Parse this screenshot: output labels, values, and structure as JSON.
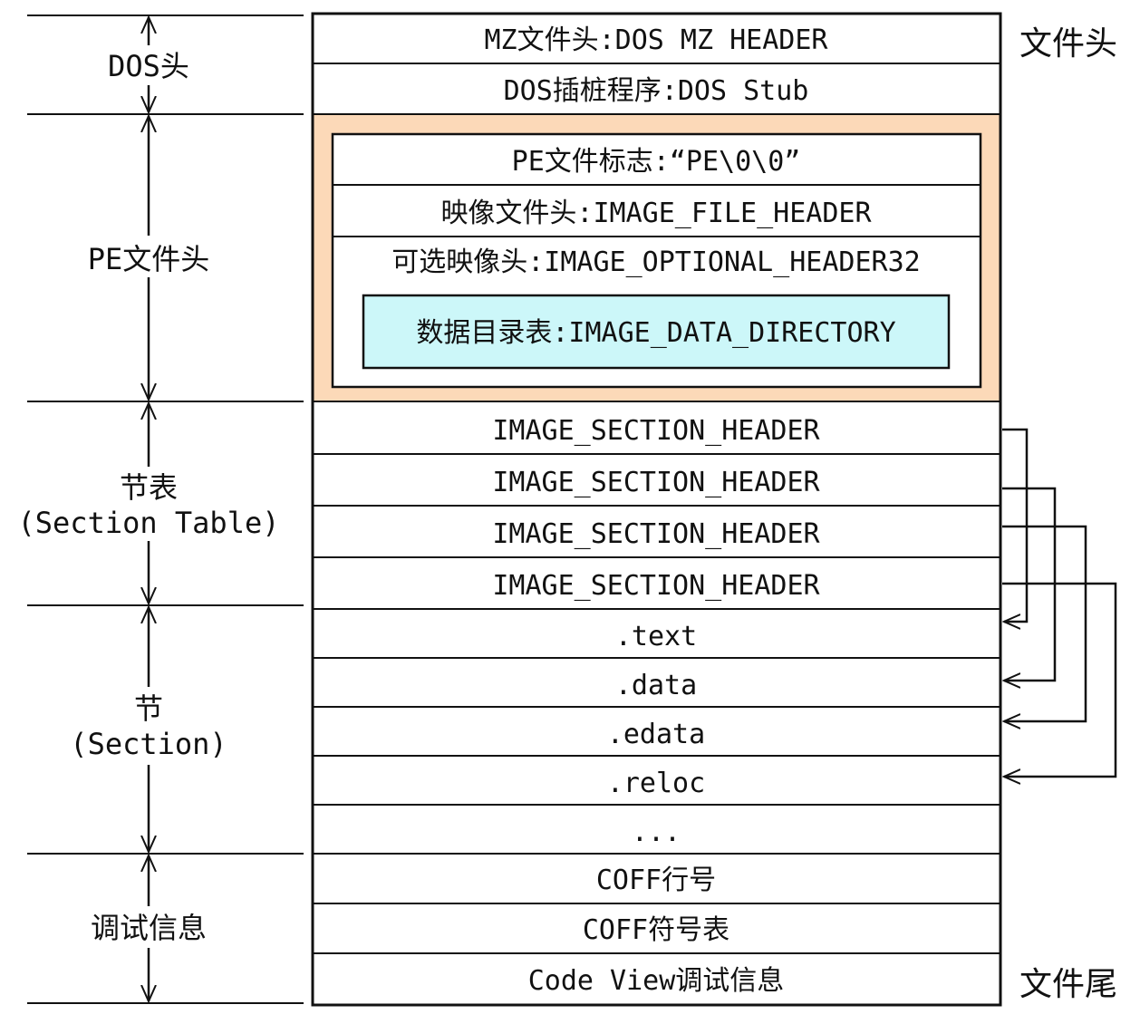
{
  "colors": {
    "line": "#111111",
    "pe_header_bg": "#fcd9b8",
    "data_directory_bg": "#ccf7f9",
    "background": "#ffffff"
  },
  "left_labels": {
    "dos": "DOS头",
    "pe": "PE文件头",
    "section_table": [
      "节表",
      "(Section Table)"
    ],
    "section": [
      "节",
      "(Section)"
    ],
    "debug": "调试信息"
  },
  "right_labels": {
    "file_head": "文件头",
    "file_tail": "文件尾"
  },
  "dos_rows": [
    "MZ文件头:DOS MZ HEADER",
    "DOS插桩程序:DOS Stub"
  ],
  "pe_rows": [
    "PE文件标志:“PE\\0\\0”",
    "映像文件头:IMAGE_FILE_HEADER",
    "可选映像头:IMAGE_OPTIONAL_HEADER32"
  ],
  "data_directory": "数据目录表:IMAGE_DATA_DIRECTORY",
  "section_headers": [
    "IMAGE_SECTION_HEADER",
    "IMAGE_SECTION_HEADER",
    "IMAGE_SECTION_HEADER",
    "IMAGE_SECTION_HEADER"
  ],
  "sections": [
    ".text",
    ".data",
    ".edata",
    ".reloc",
    "..."
  ],
  "debug_rows": [
    "COFF行号",
    "COFF符号表",
    "Code View调试信息"
  ]
}
